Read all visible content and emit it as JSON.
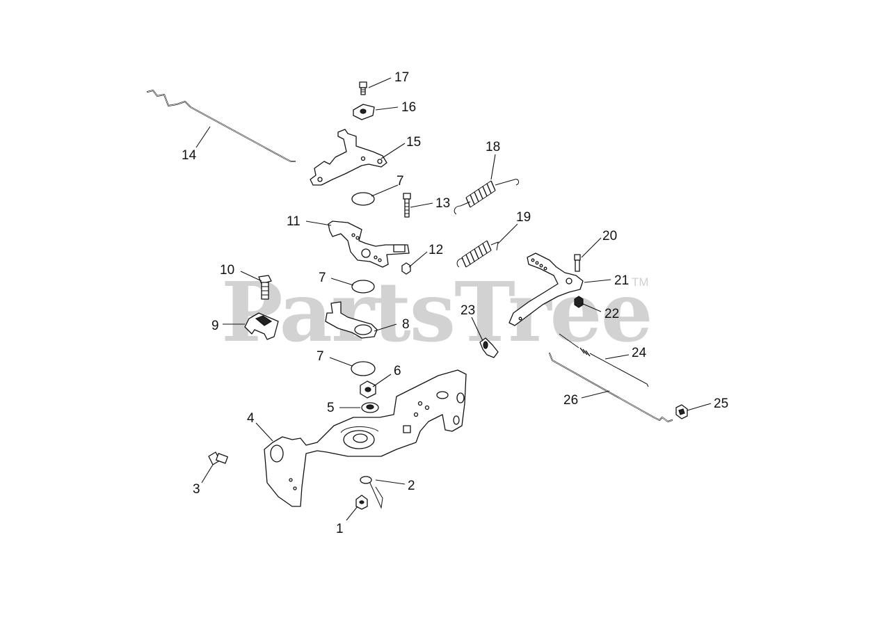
{
  "diagram": {
    "watermark": {
      "text": "PartsTree",
      "trademark": "TM"
    },
    "callouts": [
      "1",
      "2",
      "3",
      "4",
      "5",
      "6",
      "7",
      "7",
      "7",
      "8",
      "9",
      "10",
      "11",
      "12",
      "13",
      "14",
      "15",
      "16",
      "17",
      "18",
      "19",
      "20",
      "21",
      "22",
      "23",
      "24",
      "25",
      "26"
    ]
  }
}
